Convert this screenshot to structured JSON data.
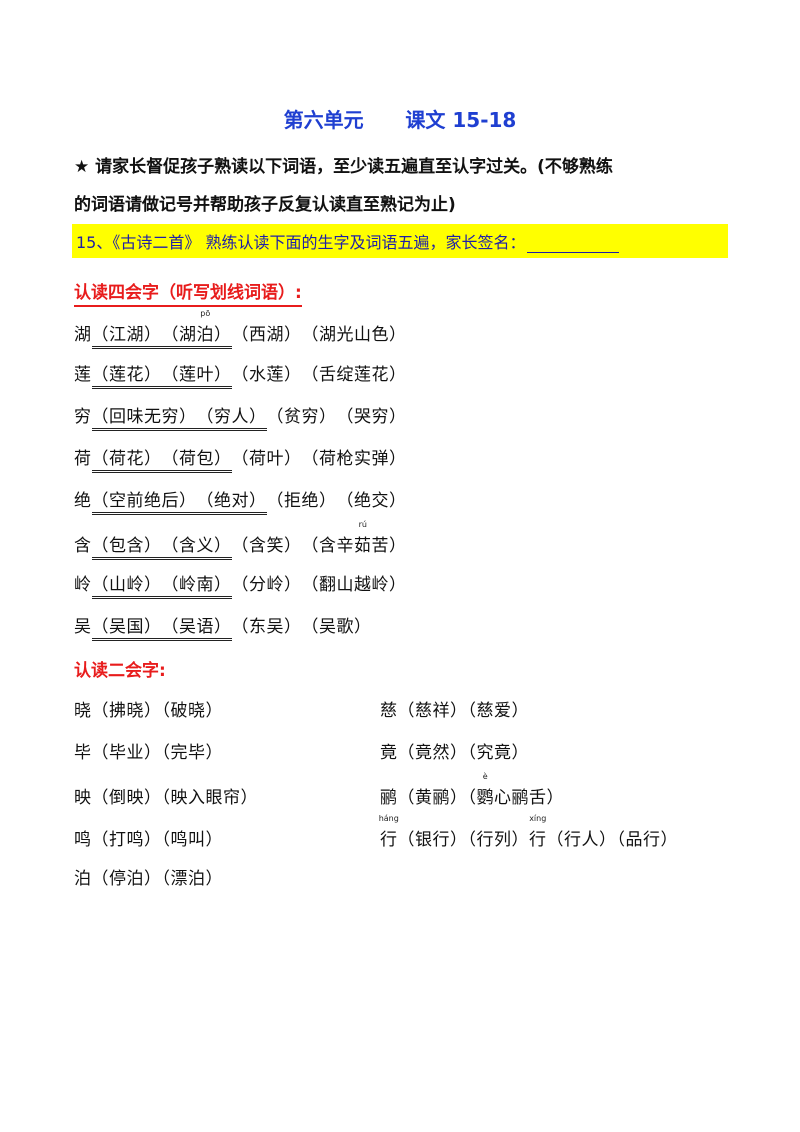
{
  "title": "第六单元      课文 15-18",
  "instructions": {
    "line1": "★  请家长督促孩子熟读以下词语，至少读五遍直至认字过关。(不够熟练",
    "line2": "的词语请做记号并帮助孩子反复认读直至熟记为止)"
  },
  "banner": {
    "text": "15、《古诗二首》  熟练认读下面的生字及词语五遍，家长签名："
  },
  "section_four": {
    "title": "认读四会字（听写划线词语）:",
    "rows": [
      {
        "ch": "湖",
        "w1": "（江湖）",
        "w2a": "（湖",
        "w2b": "泊",
        "w2b_py": "pō",
        "w2c": "）",
        "w3": "（西湖）",
        "w4": "（湖光山色）"
      },
      {
        "ch": "莲",
        "w1": "（莲花）",
        "w2": "（莲叶）",
        "w3": "（水莲）",
        "w4": "（舌绽莲花）"
      },
      {
        "ch": "穷",
        "w1": "（回味无穷）",
        "w2": "（穷人）",
        "w3": "（贫穷）",
        "w4": "（哭穷）"
      },
      {
        "ch": "荷",
        "w1": "（荷花）",
        "w2": "（荷包）",
        "w3": "（荷叶）",
        "w4": "（荷枪实弹）"
      },
      {
        "ch": "绝",
        "w1": "（空前绝后）",
        "w2": "（绝对）",
        "w3": "（拒绝）",
        "w4": "（绝交）"
      },
      {
        "ch": "含",
        "w1": "（包含）",
        "w2": "（含义）",
        "w3": "（含笑）",
        "w4a": "（含辛",
        "w4b": "茹",
        "w4b_py": "rú",
        "w4c": "苦）"
      },
      {
        "ch": "岭",
        "w1": "（山岭）",
        "w2": "（岭南）",
        "w3": "（分岭）",
        "w4": "（翻山越岭）"
      },
      {
        "ch": "吴",
        "w1": "（吴国）",
        "w2": "（吴语）",
        "w3": "（东吴）",
        "w4": "（吴歌）"
      }
    ]
  },
  "section_two": {
    "title": "认读二会字:",
    "rows": [
      {
        "left": "晓（拂晓）（破晓）",
        "right": "慈（慈祥）（慈爱）"
      },
      {
        "left": "毕（毕业）（完毕）",
        "right": "竟（竟然）（究竟）"
      },
      {
        "left": "映（倒映）（映入眼帘）",
        "right_a": "鹂（黄鹂）（",
        "right_b": "鹦",
        "right_b_py": "è",
        "right_c": "心鹂舌）"
      },
      {
        "left": "鸣（打鸣）（鸣叫）",
        "right_a": "行",
        "right_a_py": "háng",
        "right_b": "（银行）（行列）",
        "right_c": "行",
        "right_c_py": "xíng",
        "right_d": "（行人）（品行）"
      },
      {
        "left": "泊（停泊）（漂泊）"
      }
    ]
  }
}
